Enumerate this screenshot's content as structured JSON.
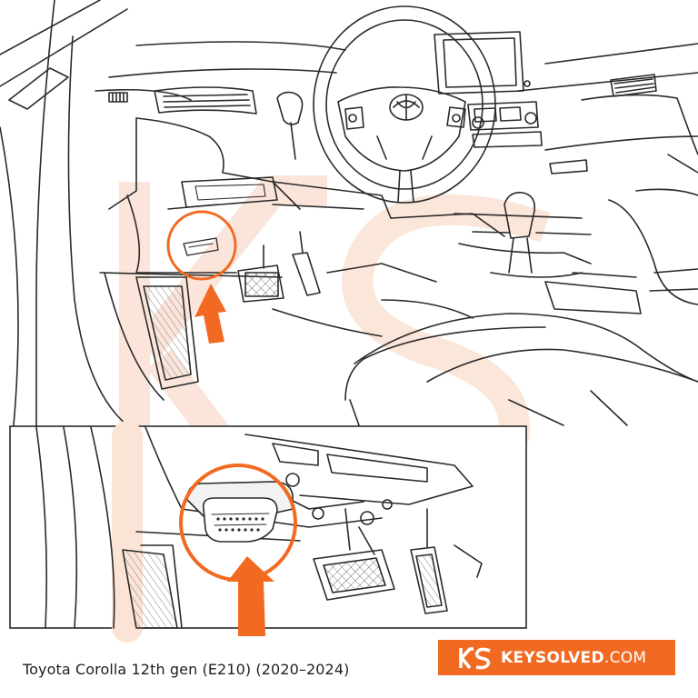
{
  "caption": {
    "text": "Toyota Corolla 12th gen (E210) (2020–2024)"
  },
  "brand": {
    "name": "KEYSOLVED",
    "tld": ".COM",
    "logo_icon": "ks-monogram-icon",
    "background": "#f26a21",
    "text_color": "#ffffff"
  },
  "illustration": {
    "subject": "obd2-port-location",
    "line_color": "#2a2a2a",
    "highlight_color": "#f26a21",
    "watermark_color": "#fbe3d6"
  }
}
